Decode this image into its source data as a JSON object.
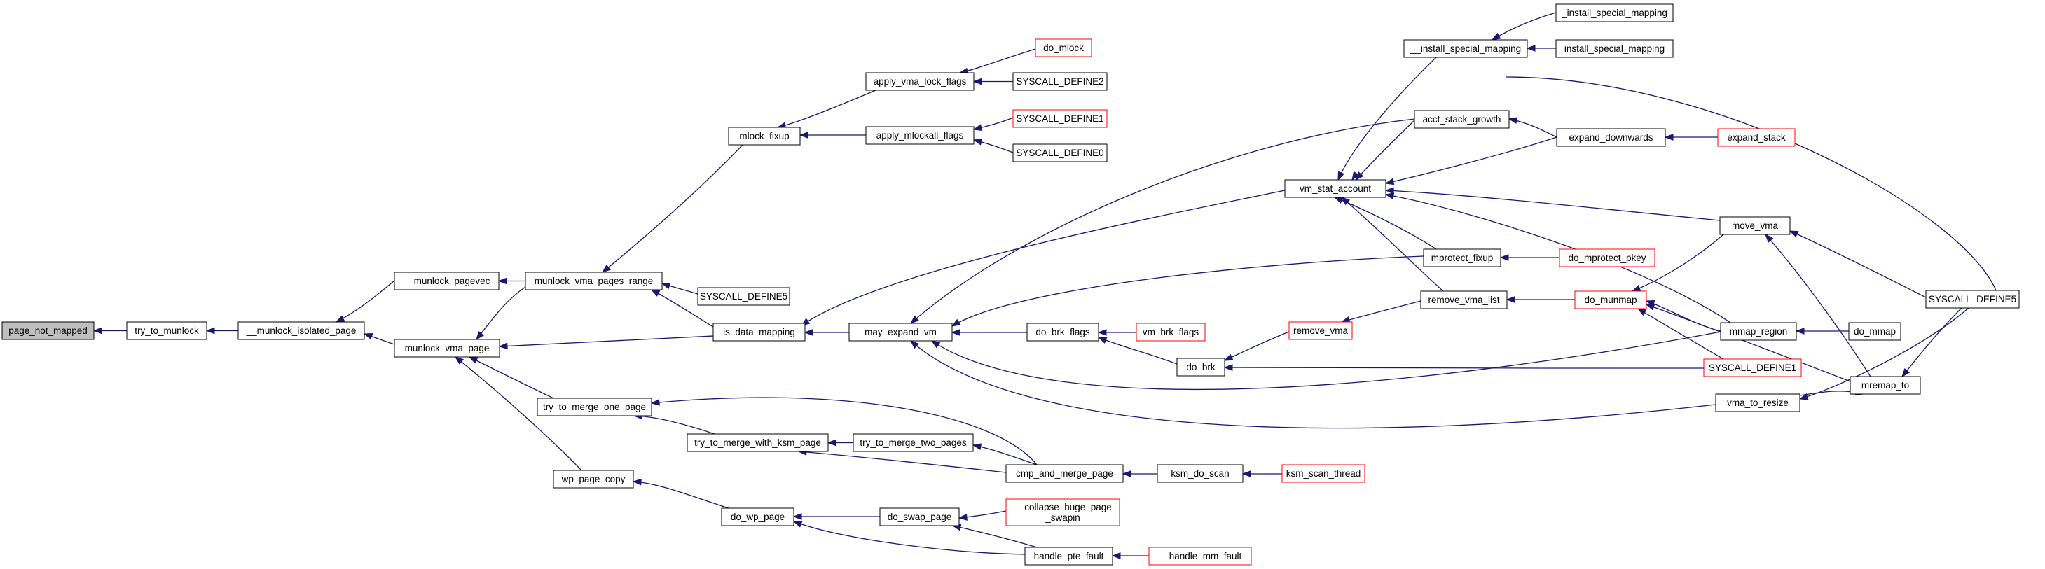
{
  "colors": {
    "edge": "#191970",
    "node_border": "#000000",
    "truncated_border": "#ff0000",
    "highlight_fill": "#bfbfbf",
    "node_fill": "#ffffff"
  },
  "nodes": [
    {
      "id": "page_not_mapped",
      "label": "page_not_mapped",
      "state": "highlight"
    },
    {
      "id": "try_to_munlock",
      "label": "try_to_munlock",
      "state": "normal"
    },
    {
      "id": "munlock_isolated_page",
      "label": "__munlock_isolated_page",
      "state": "normal"
    },
    {
      "id": "munlock_pagevec",
      "label": "__munlock_pagevec",
      "state": "normal"
    },
    {
      "id": "munlock_vma_page",
      "label": "munlock_vma_page",
      "state": "normal"
    },
    {
      "id": "munlock_vma_pages_range",
      "label": "munlock_vma_pages_range",
      "state": "normal"
    },
    {
      "id": "mlock_fixup",
      "label": "mlock_fixup",
      "state": "normal"
    },
    {
      "id": "syscall_define5_a",
      "label": "SYSCALL_DEFINE5",
      "state": "normal"
    },
    {
      "id": "is_data_mapping",
      "label": "is_data_mapping",
      "state": "normal"
    },
    {
      "id": "try_to_merge_one_page",
      "label": "try_to_merge_one_page",
      "state": "normal"
    },
    {
      "id": "wp_page_copy",
      "label": "wp_page_copy",
      "state": "normal"
    },
    {
      "id": "apply_vma_lock_flags",
      "label": "apply_vma_lock_flags",
      "state": "normal"
    },
    {
      "id": "apply_mlockall_flags",
      "label": "apply_mlockall_flags",
      "state": "normal"
    },
    {
      "id": "do_mlock",
      "label": "do_mlock",
      "state": "truncated"
    },
    {
      "id": "syscall_define2",
      "label": "SYSCALL_DEFINE2",
      "state": "normal"
    },
    {
      "id": "syscall_define1_a",
      "label": "SYSCALL_DEFINE1",
      "state": "truncated"
    },
    {
      "id": "syscall_define0",
      "label": "SYSCALL_DEFINE0",
      "state": "normal"
    },
    {
      "id": "may_expand_vm",
      "label": "may_expand_vm",
      "state": "normal"
    },
    {
      "id": "try_to_merge_with_ksm_page",
      "label": "try_to_merge_with_ksm_page",
      "state": "normal"
    },
    {
      "id": "try_to_merge_two_pages",
      "label": "try_to_merge_two_pages",
      "state": "normal"
    },
    {
      "id": "cmp_and_merge_page",
      "label": "cmp_and_merge_page",
      "state": "normal"
    },
    {
      "id": "do_wp_page",
      "label": "do_wp_page",
      "state": "normal"
    },
    {
      "id": "do_swap_page",
      "label": "do_swap_page",
      "state": "normal"
    },
    {
      "id": "collapse_huge_page_swapin",
      "label": "__collapse_huge_page\n_swapin",
      "state": "truncated"
    },
    {
      "id": "handle_pte_fault",
      "label": "handle_pte_fault",
      "state": "normal"
    },
    {
      "id": "handle_mm_fault",
      "label": "__handle_mm_fault",
      "state": "truncated"
    },
    {
      "id": "ksm_do_scan",
      "label": "ksm_do_scan",
      "state": "normal"
    },
    {
      "id": "ksm_scan_thread",
      "label": "ksm_scan_thread",
      "state": "truncated"
    },
    {
      "id": "do_brk_flags",
      "label": "do_brk_flags",
      "state": "normal"
    },
    {
      "id": "vm_brk_flags",
      "label": "vm_brk_flags",
      "state": "truncated"
    },
    {
      "id": "do_brk",
      "label": "do_brk",
      "state": "normal"
    },
    {
      "id": "remove_vma",
      "label": "remove_vma",
      "state": "truncated"
    },
    {
      "id": "vm_stat_account",
      "label": "vm_stat_account",
      "state": "normal"
    },
    {
      "id": "install_special_mapping2",
      "label": "__install_special_mapping",
      "state": "normal"
    },
    {
      "id": "install_special_mapping1",
      "label": "_install_special_mapping",
      "state": "normal"
    },
    {
      "id": "install_special_mapping",
      "label": "install_special_mapping",
      "state": "normal"
    },
    {
      "id": "acct_stack_growth",
      "label": "acct_stack_growth",
      "state": "normal"
    },
    {
      "id": "expand_downwards",
      "label": "expand_downwards",
      "state": "normal"
    },
    {
      "id": "expand_stack",
      "label": "expand_stack",
      "state": "truncated"
    },
    {
      "id": "mprotect_fixup",
      "label": "mprotect_fixup",
      "state": "normal"
    },
    {
      "id": "do_mprotect_pkey",
      "label": "do_mprotect_pkey",
      "state": "truncated"
    },
    {
      "id": "remove_vma_list",
      "label": "remove_vma_list",
      "state": "normal"
    },
    {
      "id": "do_munmap",
      "label": "do_munmap",
      "state": "truncated"
    },
    {
      "id": "move_vma",
      "label": "move_vma",
      "state": "normal"
    },
    {
      "id": "mmap_region",
      "label": "mmap_region",
      "state": "normal"
    },
    {
      "id": "do_mmap",
      "label": "do_mmap",
      "state": "normal"
    },
    {
      "id": "mremap_to",
      "label": "mremap_to",
      "state": "normal"
    },
    {
      "id": "syscall_define1_b",
      "label": "SYSCALL_DEFINE1",
      "state": "truncated"
    },
    {
      "id": "vma_to_resize",
      "label": "vma_to_resize",
      "state": "normal"
    },
    {
      "id": "syscall_define5_b",
      "label": "SYSCALL_DEFINE5",
      "state": "normal"
    }
  ],
  "edges": [
    [
      "try_to_munlock",
      "page_not_mapped"
    ],
    [
      "munlock_isolated_page",
      "try_to_munlock"
    ],
    [
      "munlock_pagevec",
      "munlock_isolated_page"
    ],
    [
      "munlock_vma_page",
      "munlock_isolated_page"
    ],
    [
      "munlock_vma_pages_range",
      "munlock_pagevec"
    ],
    [
      "munlock_vma_pages_range",
      "munlock_vma_page"
    ],
    [
      "mlock_fixup",
      "munlock_vma_pages_range"
    ],
    [
      "syscall_define5_a",
      "munlock_vma_pages_range"
    ],
    [
      "is_data_mapping",
      "munlock_vma_pages_range"
    ],
    [
      "is_data_mapping",
      "munlock_vma_page"
    ],
    [
      "try_to_merge_one_page",
      "munlock_vma_page"
    ],
    [
      "wp_page_copy",
      "munlock_vma_page"
    ],
    [
      "apply_vma_lock_flags",
      "mlock_fixup"
    ],
    [
      "apply_mlockall_flags",
      "mlock_fixup"
    ],
    [
      "do_mlock",
      "apply_vma_lock_flags"
    ],
    [
      "syscall_define2",
      "apply_vma_lock_flags"
    ],
    [
      "syscall_define1_a",
      "apply_mlockall_flags"
    ],
    [
      "syscall_define0",
      "apply_mlockall_flags"
    ],
    [
      "may_expand_vm",
      "is_data_mapping"
    ],
    [
      "vm_stat_account",
      "is_data_mapping"
    ],
    [
      "try_to_merge_with_ksm_page",
      "try_to_merge_one_page"
    ],
    [
      "cmp_and_merge_page",
      "try_to_merge_one_page"
    ],
    [
      "try_to_merge_two_pages",
      "try_to_merge_with_ksm_page"
    ],
    [
      "cmp_and_merge_page",
      "try_to_merge_with_ksm_page"
    ],
    [
      "cmp_and_merge_page",
      "try_to_merge_two_pages"
    ],
    [
      "ksm_do_scan",
      "cmp_and_merge_page"
    ],
    [
      "ksm_scan_thread",
      "ksm_do_scan"
    ],
    [
      "do_wp_page",
      "wp_page_copy"
    ],
    [
      "do_swap_page",
      "do_wp_page"
    ],
    [
      "handle_pte_fault",
      "do_wp_page"
    ],
    [
      "collapse_huge_page_swapin",
      "do_swap_page"
    ],
    [
      "handle_pte_fault",
      "do_swap_page"
    ],
    [
      "handle_mm_fault",
      "handle_pte_fault"
    ],
    [
      "do_brk_flags",
      "may_expand_vm"
    ],
    [
      "mprotect_fixup",
      "may_expand_vm"
    ],
    [
      "acct_stack_growth",
      "may_expand_vm"
    ],
    [
      "mmap_region",
      "may_expand_vm"
    ],
    [
      "vma_to_resize",
      "may_expand_vm"
    ],
    [
      "vm_brk_flags",
      "do_brk_flags"
    ],
    [
      "do_brk",
      "do_brk_flags"
    ],
    [
      "remove_vma",
      "do_brk"
    ],
    [
      "syscall_define1_b",
      "do_brk"
    ],
    [
      "remove_vma_list",
      "remove_vma"
    ],
    [
      "install_special_mapping2",
      "vm_stat_account"
    ],
    [
      "acct_stack_growth",
      "vm_stat_account"
    ],
    [
      "expand_downwards",
      "vm_stat_account"
    ],
    [
      "mprotect_fixup",
      "vm_stat_account"
    ],
    [
      "remove_vma_list",
      "vm_stat_account"
    ],
    [
      "move_vma",
      "vm_stat_account"
    ],
    [
      "mmap_region",
      "vm_stat_account"
    ],
    [
      "syscall_define5_b",
      "vm_stat_account"
    ],
    [
      "install_special_mapping1",
      "install_special_mapping2"
    ],
    [
      "install_special_mapping",
      "install_special_mapping2"
    ],
    [
      "expand_downwards",
      "acct_stack_growth"
    ],
    [
      "expand_stack",
      "expand_downwards"
    ],
    [
      "do_mprotect_pkey",
      "mprotect_fixup"
    ],
    [
      "do_munmap",
      "remove_vma_list"
    ],
    [
      "move_vma",
      "do_munmap"
    ],
    [
      "mmap_region",
      "do_munmap"
    ],
    [
      "mremap_to",
      "do_munmap"
    ],
    [
      "syscall_define1_b",
      "do_munmap"
    ],
    [
      "mremap_to",
      "move_vma"
    ],
    [
      "syscall_define5_b",
      "move_vma"
    ],
    [
      "do_mmap",
      "mmap_region"
    ],
    [
      "syscall_define5_b",
      "mremap_to"
    ],
    [
      "vma_to_resize",
      "mremap_to"
    ],
    [
      "syscall_define5_b",
      "vma_to_resize"
    ]
  ]
}
